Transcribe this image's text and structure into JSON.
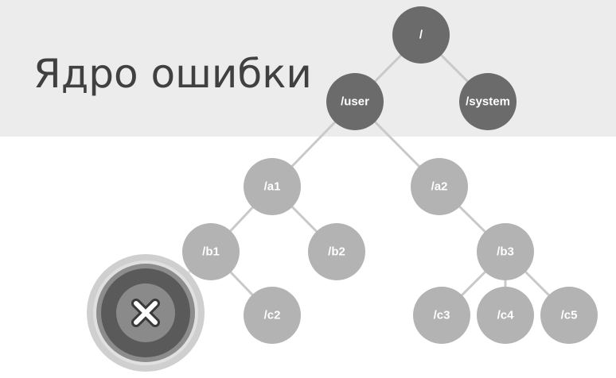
{
  "slide": {
    "title": "Ядро ошибки"
  },
  "colors": {
    "band": "#ececec",
    "dark_node": "#6b6b6b",
    "light_node": "#b3b3b3",
    "edge": "#c9c9c9",
    "error_outer": "#cfcfcf",
    "error_mid": "#8c8c8c",
    "error_core": "#5a5a5a"
  },
  "tree": {
    "nodes": [
      {
        "id": "root",
        "label": "/",
        "style": "dark"
      },
      {
        "id": "user",
        "label": "/user",
        "style": "dark"
      },
      {
        "id": "system",
        "label": "/system",
        "style": "dark"
      },
      {
        "id": "a1",
        "label": "/a1",
        "style": "light"
      },
      {
        "id": "a2",
        "label": "/a2",
        "style": "light"
      },
      {
        "id": "b1",
        "label": "/b1",
        "style": "light"
      },
      {
        "id": "b2",
        "label": "/b2",
        "style": "light"
      },
      {
        "id": "b3",
        "label": "/b3",
        "style": "light"
      },
      {
        "id": "c2",
        "label": "/c2",
        "style": "light"
      },
      {
        "id": "c3",
        "label": "/c3",
        "style": "light"
      },
      {
        "id": "c4",
        "label": "/c4",
        "style": "light"
      },
      {
        "id": "c5",
        "label": "/c5",
        "style": "light"
      },
      {
        "id": "err",
        "label": "",
        "style": "error",
        "icon": "close-icon"
      }
    ],
    "edges": [
      [
        "root",
        "user"
      ],
      [
        "root",
        "system"
      ],
      [
        "user",
        "a1"
      ],
      [
        "user",
        "a2"
      ],
      [
        "a1",
        "b1"
      ],
      [
        "a1",
        "b2"
      ],
      [
        "a2",
        "b3"
      ],
      [
        "b1",
        "c2"
      ],
      [
        "b1",
        "err"
      ],
      [
        "b3",
        "c3"
      ],
      [
        "b3",
        "c4"
      ],
      [
        "b3",
        "c5"
      ]
    ]
  }
}
